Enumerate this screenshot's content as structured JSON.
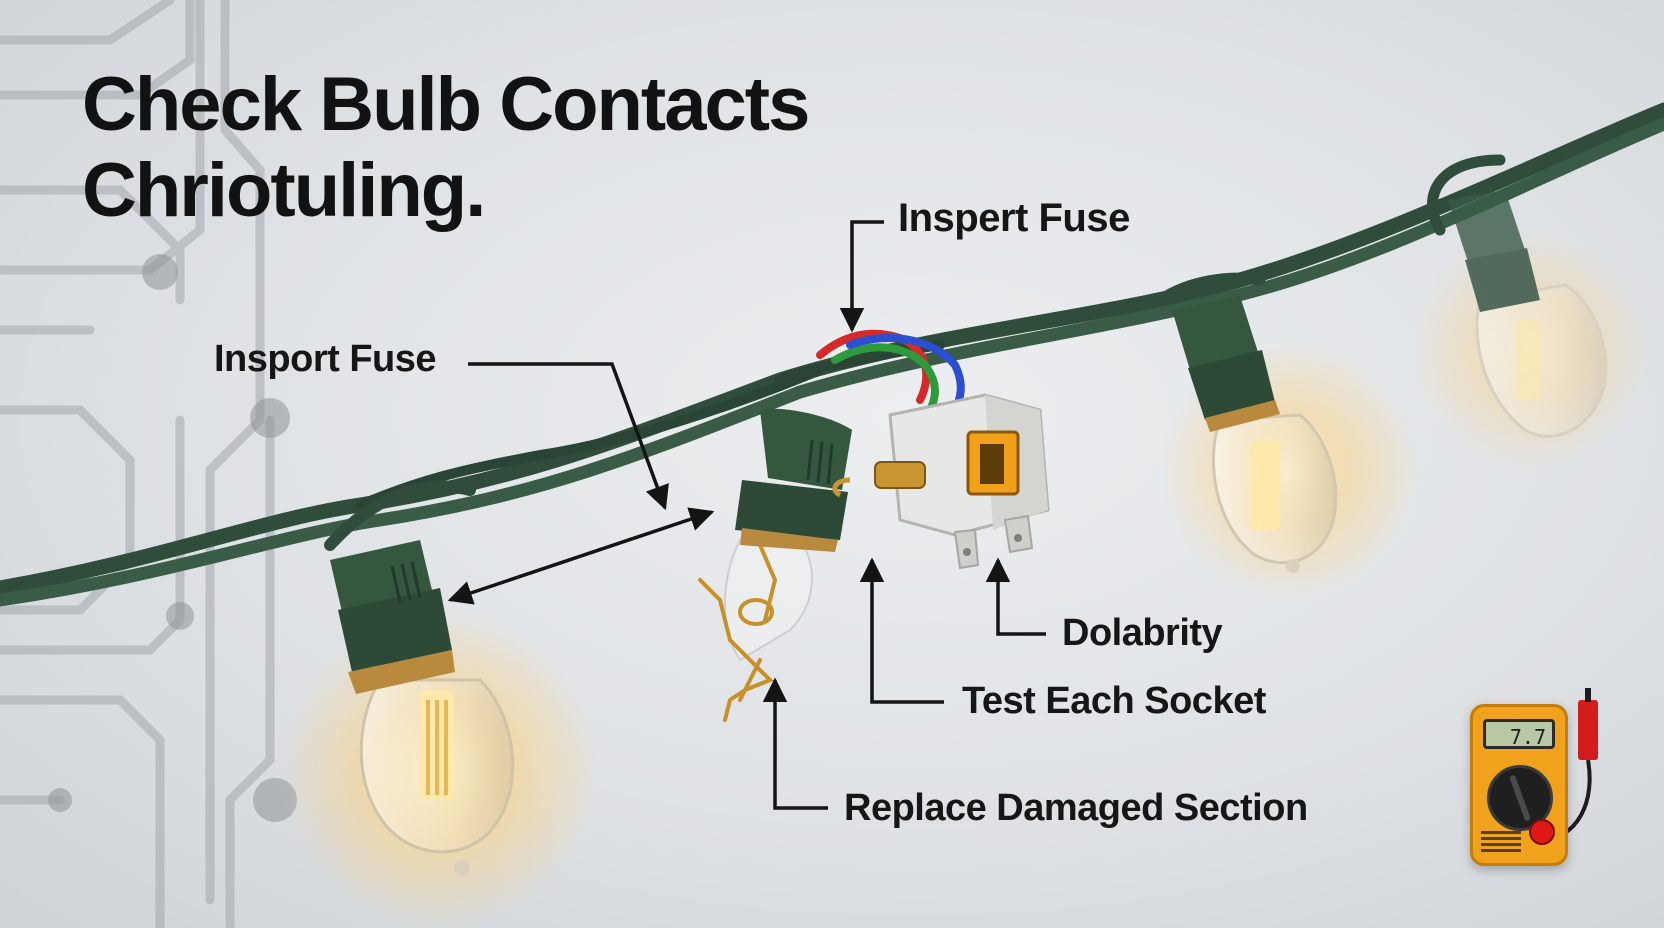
{
  "title": {
    "line1": "Check Bulb Contacts",
    "line2": "Chriotuling."
  },
  "callouts": {
    "top_fuse": "Inspert Fuse",
    "left_fuse": "Insport Fuse",
    "dolabrity": "Dolabrity",
    "test_socket": "Test Each Socket",
    "replace_section": "Replace Damaged Section"
  },
  "multimeter": {
    "display": "7.7"
  },
  "colors": {
    "wire": "#2f4d3a",
    "socket": "#35573f",
    "bulb_glow": "#ffcf7a",
    "filament": "#c8902a",
    "circuit_trace": "#9aa0a5",
    "wire_red": "#d42a2a",
    "wire_green": "#2f9a3c",
    "wire_blue": "#2a4fd0",
    "meter_body": "#f0a21c"
  },
  "icons": [
    "light-bulb-icon",
    "socket-icon",
    "plug-adapter-icon",
    "multimeter-icon",
    "arrow-icon",
    "circuit-trace-icon"
  ]
}
